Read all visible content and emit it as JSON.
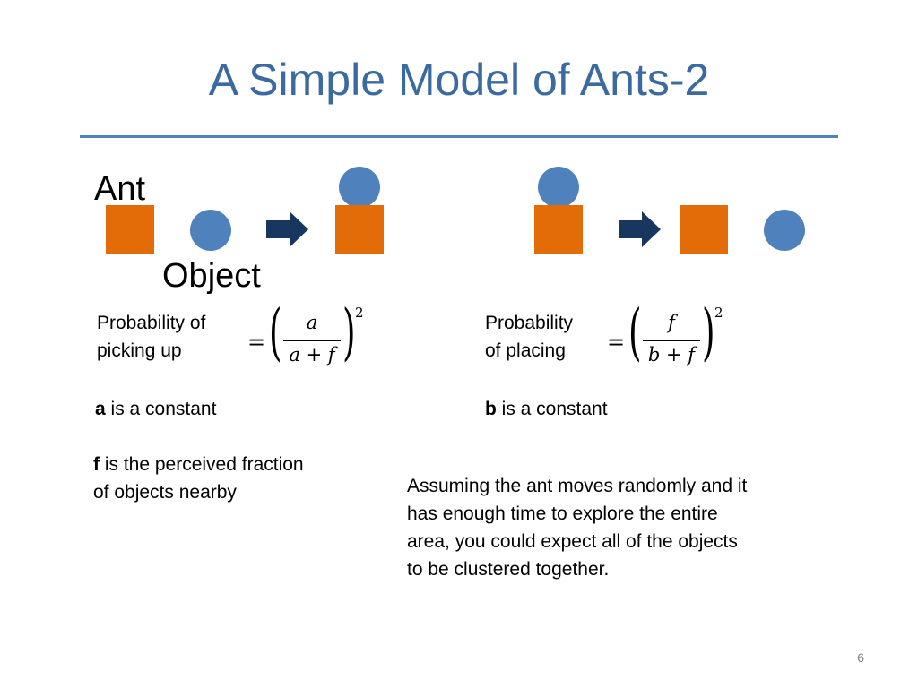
{
  "slide": {
    "title": "A Simple Model of Ants-2",
    "page_number": "6"
  },
  "diagram": {
    "ant_label": "Ant",
    "object_label": "Object",
    "colors": {
      "ant_square": "#e36c09",
      "object_circle": "#4f81bd",
      "arrow": "#17375e",
      "title": "#3b6aa0"
    }
  },
  "pickup": {
    "label_line1": "Probability of",
    "label_line2": "picking up",
    "equals": "=",
    "numerator": "a",
    "denominator": "a + f",
    "exponent": "2"
  },
  "placing": {
    "label_line1": "Probability",
    "label_line2": "of placing",
    "equals": "=",
    "numerator": "f",
    "denominator": "b + f",
    "exponent": "2"
  },
  "notes_left": {
    "a_var": "a",
    "a_text": " is a constant",
    "f_var": "f",
    "f_text_line1": " is the perceived fraction",
    "f_text_line2": "of objects nearby"
  },
  "notes_right": {
    "b_var": "b",
    "b_text": " is a constant",
    "conclusion_line1": "Assuming the ant moves randomly and it",
    "conclusion_line2": "has enough time to explore the entire",
    "conclusion_line3": "area, you could expect all of the objects",
    "conclusion_line4": "to be clustered together."
  }
}
